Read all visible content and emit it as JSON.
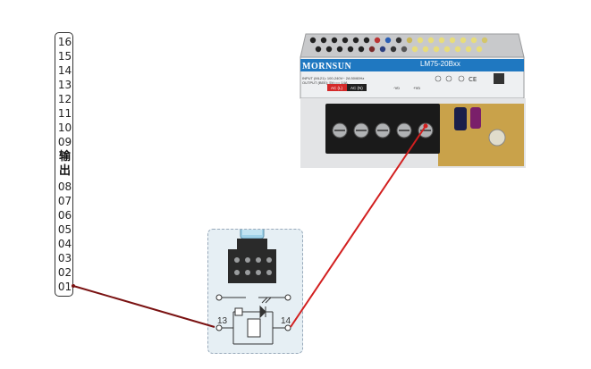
{
  "terminal_strip": {
    "labels_top": [
      "16",
      "15",
      "14",
      "13",
      "12",
      "11",
      "10",
      "09"
    ],
    "group_label_line1": "输",
    "group_label_line2": "出",
    "labels_bottom": [
      "08",
      "07",
      "06",
      "05",
      "04",
      "03",
      "02",
      "01"
    ]
  },
  "power_supply": {
    "brand": "MORNSUN",
    "model": "LM75-20Bxx",
    "input_line": "INPUT (ML21): 100-240V~ 2A 50/60Hz",
    "output_line": "OUTPUT (BEE): 5V=== 14A",
    "terminal_acl": "AC (L)",
    "terminal_acn": "AC (N)",
    "terminal_vneg": "-Vo",
    "terminal_vpos": "+Vo",
    "colors": {
      "label_blue": "#1f78c1",
      "terminal_red": "#d42a2a",
      "case": "#c8c9cb",
      "pcb": "#c9a24a"
    }
  },
  "relay": {
    "pin_13": "13",
    "pin_14": "14",
    "colors": {
      "panel": "#e6eff4",
      "relay_body": "#9ed1e8",
      "socket": "#2a2a2a"
    }
  },
  "wires": [
    {
      "name": "wire-01-to-13",
      "color": "#7a1212"
    },
    {
      "name": "wire-14-to-vpos",
      "color": "#d21f1f"
    }
  ]
}
